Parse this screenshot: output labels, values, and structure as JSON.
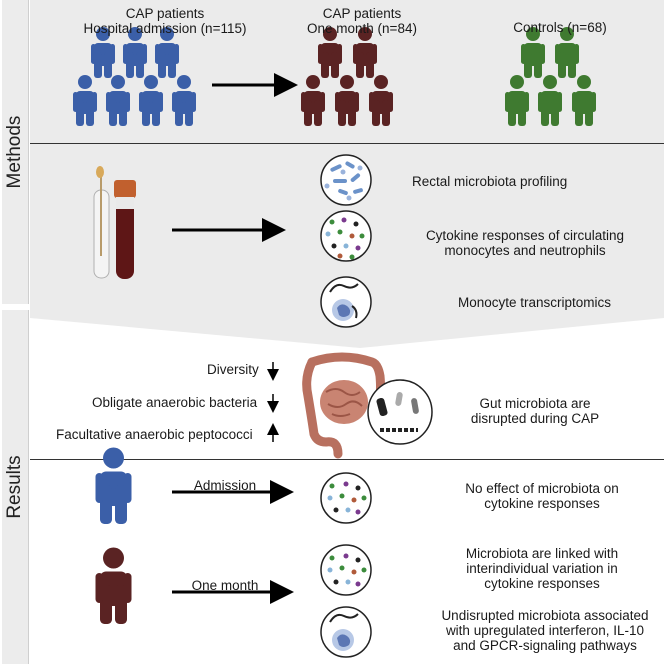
{
  "side_labels": {
    "methods": "Methods",
    "results": "Results"
  },
  "groups": {
    "admission": {
      "line1": "CAP patients",
      "line2": "Hospital admission (n=115)"
    },
    "one_month": {
      "line1": "CAP patients",
      "line2": "One month (n=84)"
    },
    "controls": {
      "line1": "Controls (n=68)"
    }
  },
  "methods": {
    "rectal": "Rectal microbiota profiling",
    "cytokine": [
      "Cytokine responses of circulating",
      "monocytes and neutrophils"
    ],
    "transcriptomics": "Monocyte transcriptomics"
  },
  "results": {
    "diversity": "Diversity",
    "obligate": "Obligate anaerobic bacteria",
    "facultative": "Facultative anaerobic peptococci",
    "gut": [
      "Gut microbiota are",
      "disrupted during CAP"
    ],
    "admission_arrow": "Admission",
    "admission_finding": [
      "No effect of microbiota on",
      "cytokine responses"
    ],
    "one_month_arrow": "One month",
    "linked": [
      "Microbiota are linked with",
      "interindividual variation in",
      "cytokine responses"
    ],
    "undisrupted": [
      "Undisrupted microbiota associated",
      "with upregulated interferon, IL-10",
      "and GPCR-signaling pathways"
    ]
  },
  "colors": {
    "admission": "#3b5fa8",
    "one_month": "#5a2323",
    "controls": "#3f7a30",
    "panel_grey": "#ebebeb",
    "gut": "#c98472"
  },
  "icons": [
    "person-icon",
    "arrow-right-icon",
    "blood-tube-icon",
    "swab-tube-icon",
    "bacteria-circle-icon",
    "dots-circle-icon",
    "monocyte-rna-icon",
    "intestine-icon",
    "arrow-down-icon",
    "arrow-up-icon"
  ]
}
